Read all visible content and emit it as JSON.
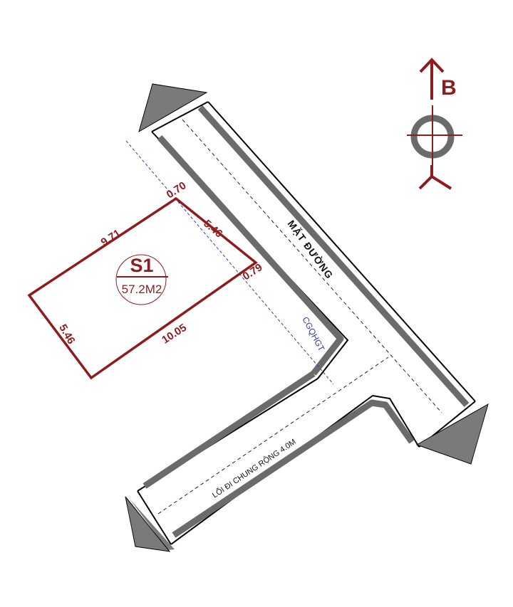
{
  "colors": {
    "lot": "#8e1c1f",
    "setback": "#3a3aa8",
    "road_gray": "#6b6b6b",
    "arrow_gray": "#7a7a7a"
  },
  "lot": {
    "id": "S1",
    "area": "57.2M2",
    "dim_top": "9.71",
    "dim_bottom": "10.05",
    "dim_left": "5.46",
    "dim_right": "5.46",
    "setback_top": "0.70",
    "setback_right": "0.79"
  },
  "setback_line_label": "CGQHGT",
  "roads": {
    "main": "MẶT ĐƯỜNG",
    "lane": "LỐI ĐI CHUNG RỘNG 4.0M"
  },
  "compass": {
    "letter": "B"
  }
}
